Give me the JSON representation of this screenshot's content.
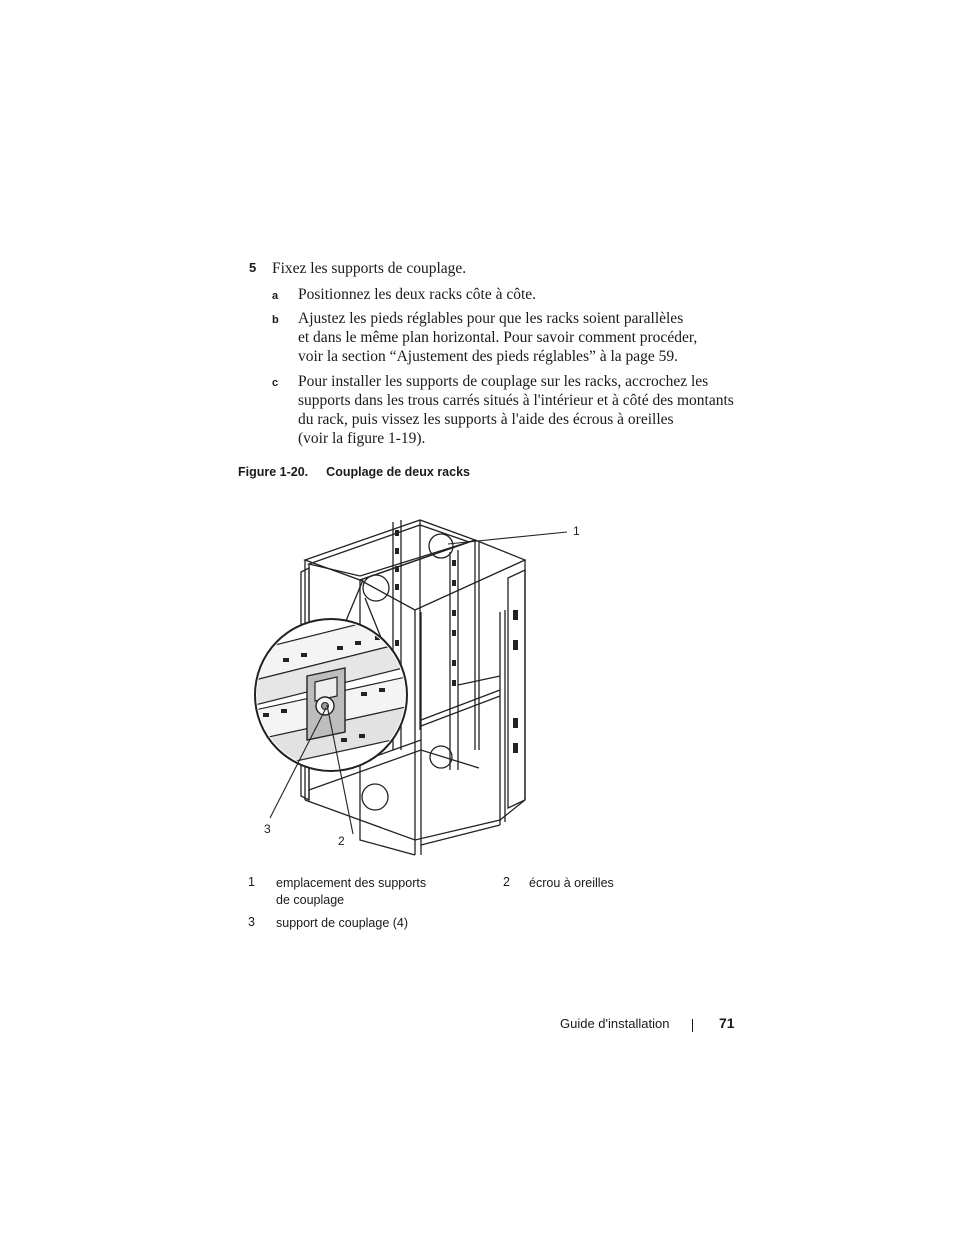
{
  "step": {
    "number": "5",
    "text": "Fixez les supports de couplage.",
    "substeps": [
      {
        "letter": "a",
        "lines": [
          "Positionnez les deux racks côte à côte."
        ]
      },
      {
        "letter": "b",
        "lines": [
          "Ajustez les pieds réglables pour que les racks soient parallèles",
          "et dans le même plan horizontal. Pour savoir comment procéder,",
          "voir la section “Ajustement des pieds réglables” à la page 59."
        ]
      },
      {
        "letter": "c",
        "lines": [
          "Pour installer les supports de couplage sur les racks, accrochez les",
          "supports dans les trous carrés situés à l'intérieur et à côté des montants",
          "du rack, puis vissez les supports à l'aide des écrous à oreilles",
          "(voir la figure 1-19)."
        ]
      }
    ]
  },
  "figure": {
    "number": "Figure 1-20.",
    "title": "Couplage de deux racks",
    "callouts": [
      "1",
      "2",
      "3"
    ]
  },
  "legend": [
    {
      "num": "1",
      "lines": [
        "emplacement des supports",
        "de couplage"
      ]
    },
    {
      "num": "2",
      "lines": [
        "écrou à oreilles"
      ]
    },
    {
      "num": "3",
      "lines": [
        "support de couplage (4)"
      ]
    }
  ],
  "footer": {
    "title": "Guide d'installation",
    "page": "71"
  }
}
